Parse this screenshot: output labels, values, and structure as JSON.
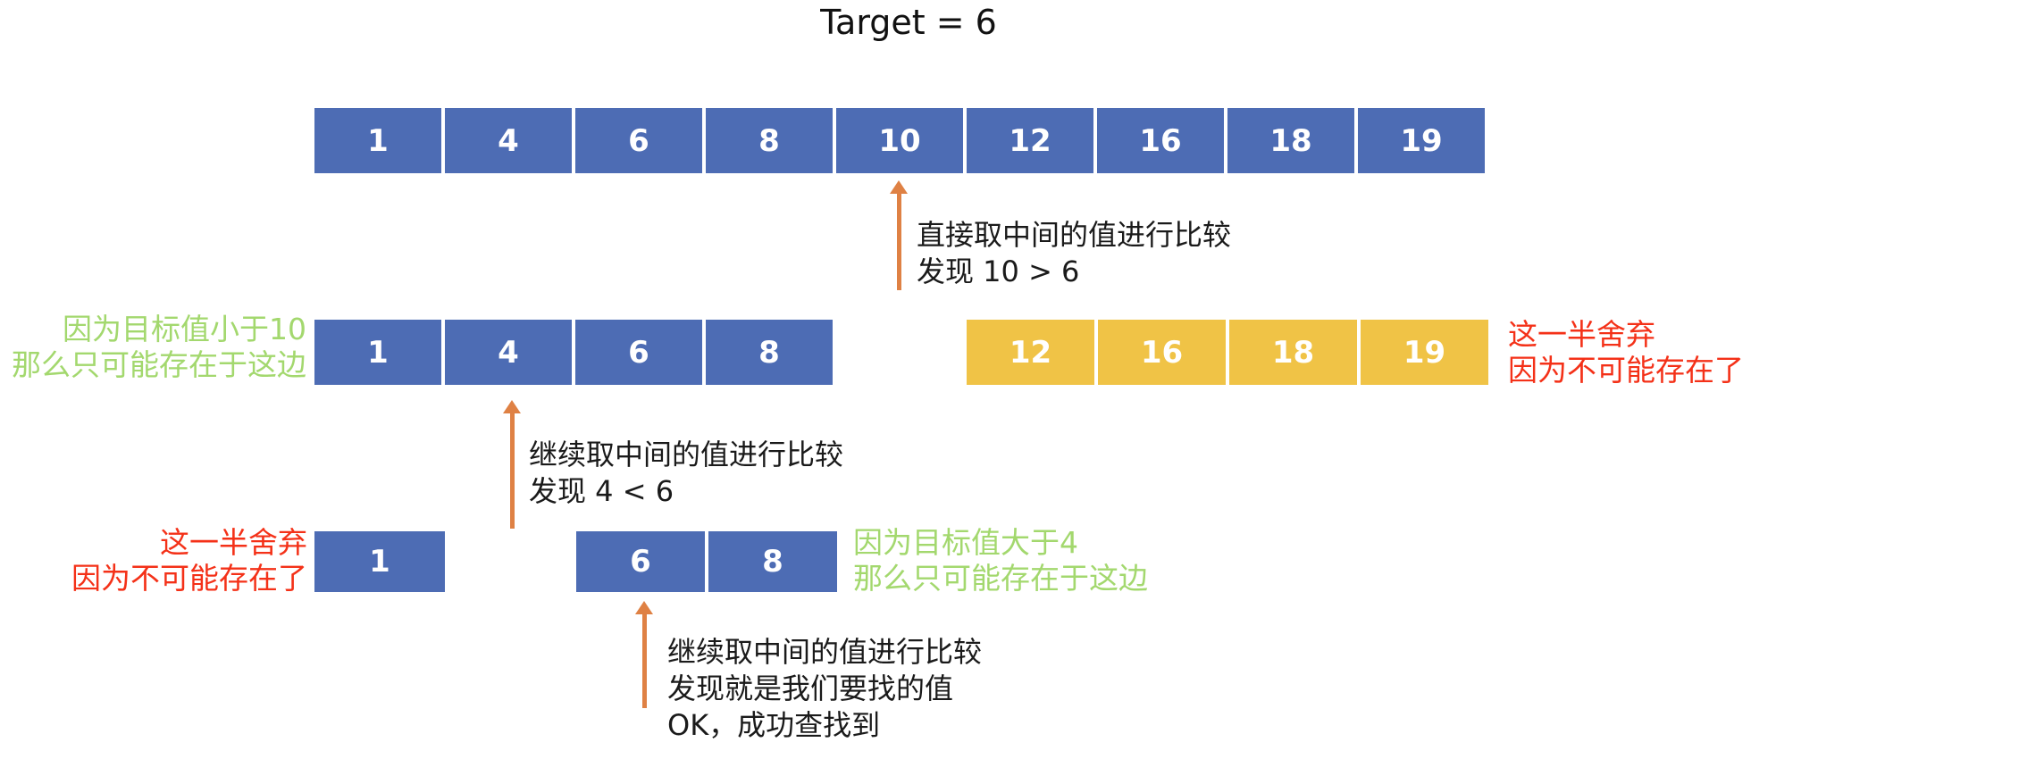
{
  "title": "Target = 6",
  "colors": {
    "box_blue": "#4D6CB4",
    "box_gold": "#F0C346",
    "arrow_orange": "#DF8144",
    "text_green": "#A3D86E",
    "text_red": "#F43118",
    "text_black": "#1A1A1A"
  },
  "step1": {
    "cells": [
      "1",
      "4",
      "6",
      "8",
      "10",
      "12",
      "16",
      "18",
      "19"
    ],
    "note_line1": "直接取中间的值进行比较",
    "note_line2": "发现 10 > 6"
  },
  "step2": {
    "kept_cells": [
      "1",
      "4",
      "6",
      "8"
    ],
    "discarded_cells": [
      "12",
      "16",
      "18",
      "19"
    ],
    "kept_label_line1": "因为目标值小于10",
    "kept_label_line2": "那么只可能存在于这边",
    "discarded_label_line1": "这一半舍弃",
    "discarded_label_line2": "因为不可能存在了",
    "note_line1": "继续取中间的值进行比较",
    "note_line2": "发现 4 < 6"
  },
  "step3": {
    "discarded_cells": [
      "1"
    ],
    "kept_cells": [
      "6",
      "8"
    ],
    "discarded_label_line1": "这一半舍弃",
    "discarded_label_line2": "因为不可能存在了",
    "kept_label_line1": "因为目标值大于4",
    "kept_label_line2": "那么只可能存在于这边",
    "note_line1": "继续取中间的值进行比较",
    "note_line2": "发现就是我们要找的值",
    "note_line3": "OK，成功查找到"
  }
}
